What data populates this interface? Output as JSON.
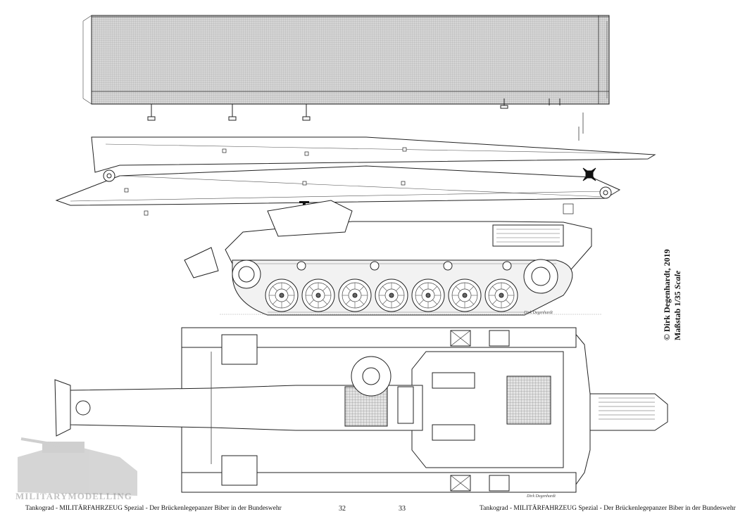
{
  "footer": {
    "left_text": "Tankograd - MILITÄRFAHRZEUG Spezial - Der Brückenlegepanzer Biber in der Bundeswehr",
    "right_text": "Tankograd - MILITÄRFAHRZEUG Spezial - Der Brückenlegepanzer Biber in der Bundeswehr",
    "page_left": "32",
    "page_right": "33"
  },
  "credit": {
    "copyright": "© Dirk Degenhardt, 2019",
    "scale_prefix": "Maßstab 1/35",
    "scale_suffix": "Scale"
  },
  "signatures": {
    "side_view": "Dirk Degenhardt",
    "top_view": "Dirk Degenhardt"
  },
  "watermark": "MILITARYMODELLING",
  "icons": [
    "iron-cross-marking",
    "tank-silhouette-watermark"
  ]
}
